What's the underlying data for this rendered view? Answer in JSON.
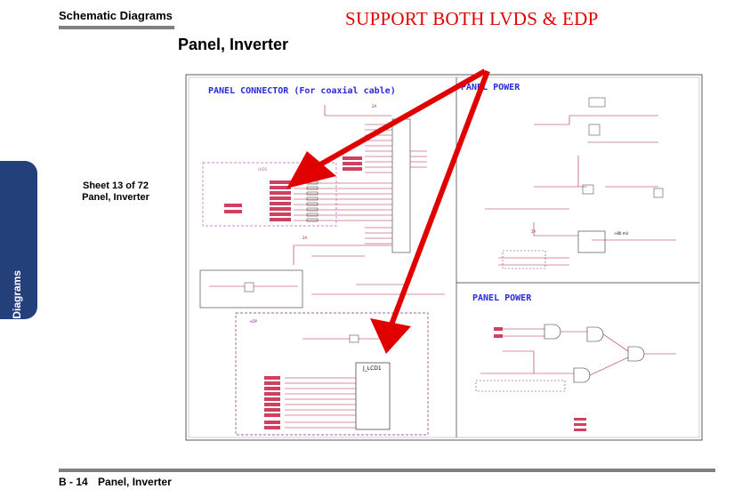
{
  "header": {
    "section_title": "Schematic Diagrams"
  },
  "page": {
    "title": "Panel, Inverter"
  },
  "annotation": {
    "text": "SUPPORT BOTH LVDS & EDP",
    "color": "#e00000"
  },
  "side_tab": {
    "label": "B.Schematic Diagrams",
    "color": "#23407a"
  },
  "sheet": {
    "line1": "Sheet 13 of 72",
    "line2": "Panel, Inverter"
  },
  "schematic": {
    "panel_connector_title": "PANEL CONNECTOR (For coaxial cable)",
    "panel_power_title_1": "PANEL POWER",
    "panel_power_title_2": "PANEL POWER",
    "lvds_label": "LVDS",
    "edp_label": "eDP",
    "connector_ref": "J_LCD1",
    "trace_width_label": ">80 mil",
    "current_label_1": "2A",
    "current_label_2": "2A",
    "current_label_3": "2A"
  },
  "footer": {
    "page_ref": "B - 14",
    "title": "Panel, Inverter"
  }
}
